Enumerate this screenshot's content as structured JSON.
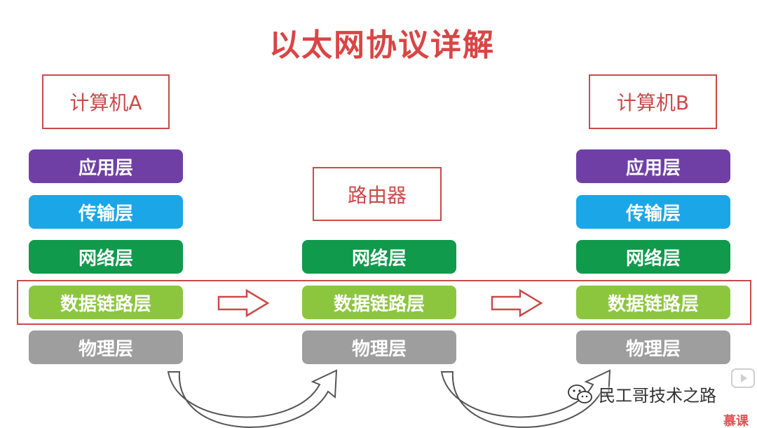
{
  "title": "以太网协议详解",
  "devices": {
    "computer_a": "计算机A",
    "router": "路由器",
    "computer_b": "计算机B"
  },
  "layers": {
    "application": "应用层",
    "transport": "传输层",
    "network": "网络层",
    "data_link": "数据链路层",
    "physical": "物理层"
  },
  "colors": {
    "application": "#6f3fa6",
    "transport": "#1ba6e8",
    "network": "#109a4c",
    "data_link": "#8cc63f",
    "physical": "#9e9e9e",
    "accent": "#c94a4a"
  },
  "watermark": {
    "text": "民工哥技术之路",
    "logo": "慕课"
  }
}
